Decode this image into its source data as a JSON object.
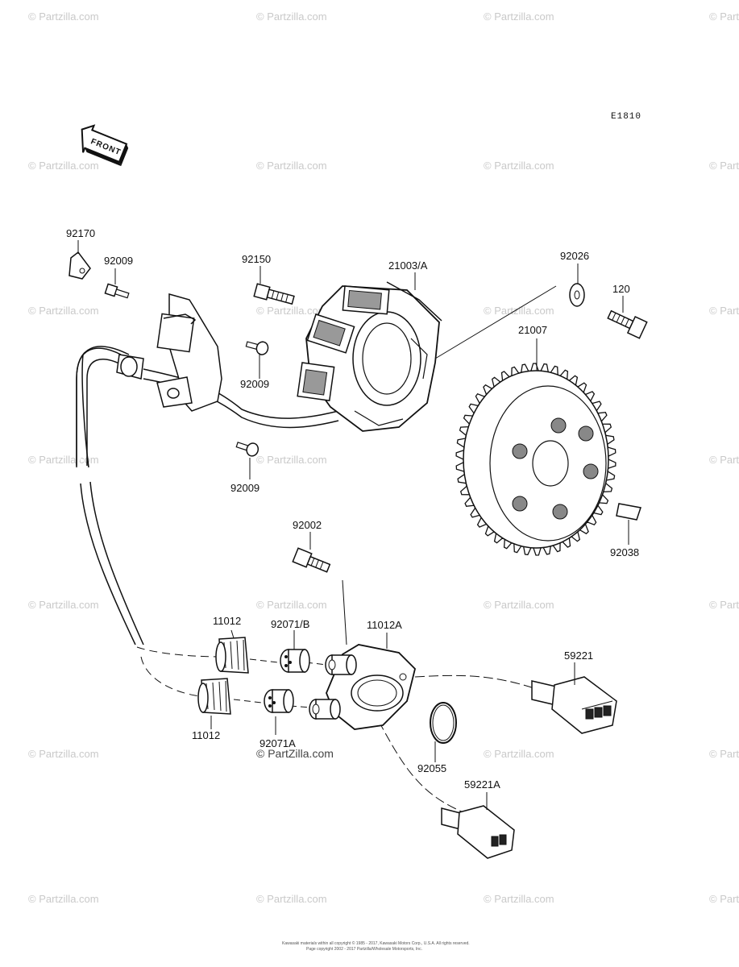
{
  "diagram_code": "E1810",
  "front_label": "FRONT",
  "watermark": "© Partzilla.com",
  "main_watermark": "© PartZilla.com",
  "footer": {
    "line1": "Kawasaki materials within all copyright © 1985 - 2017, Kawasaki Motors Corp., U.S.A. All rights reserved.",
    "line2": "Page copyright 2002 - 2017 Partzilla/Wholesale Motorsports, Inc."
  },
  "labels": {
    "p92170": "92170",
    "p92009a": "92009",
    "p92150": "92150",
    "p21003A": "21003/A",
    "p92026": "92026",
    "p120": "120",
    "p21007": "21007",
    "p92009b": "92009",
    "p92009c": "92009",
    "p92002": "92002",
    "p92038": "92038",
    "p11012a": "11012",
    "p92071B": "92071/B",
    "p11012A": "11012A",
    "p59221": "59221",
    "p11012b": "11012",
    "p92071A": "92071A",
    "p92055": "92055",
    "p59221A": "59221A"
  }
}
